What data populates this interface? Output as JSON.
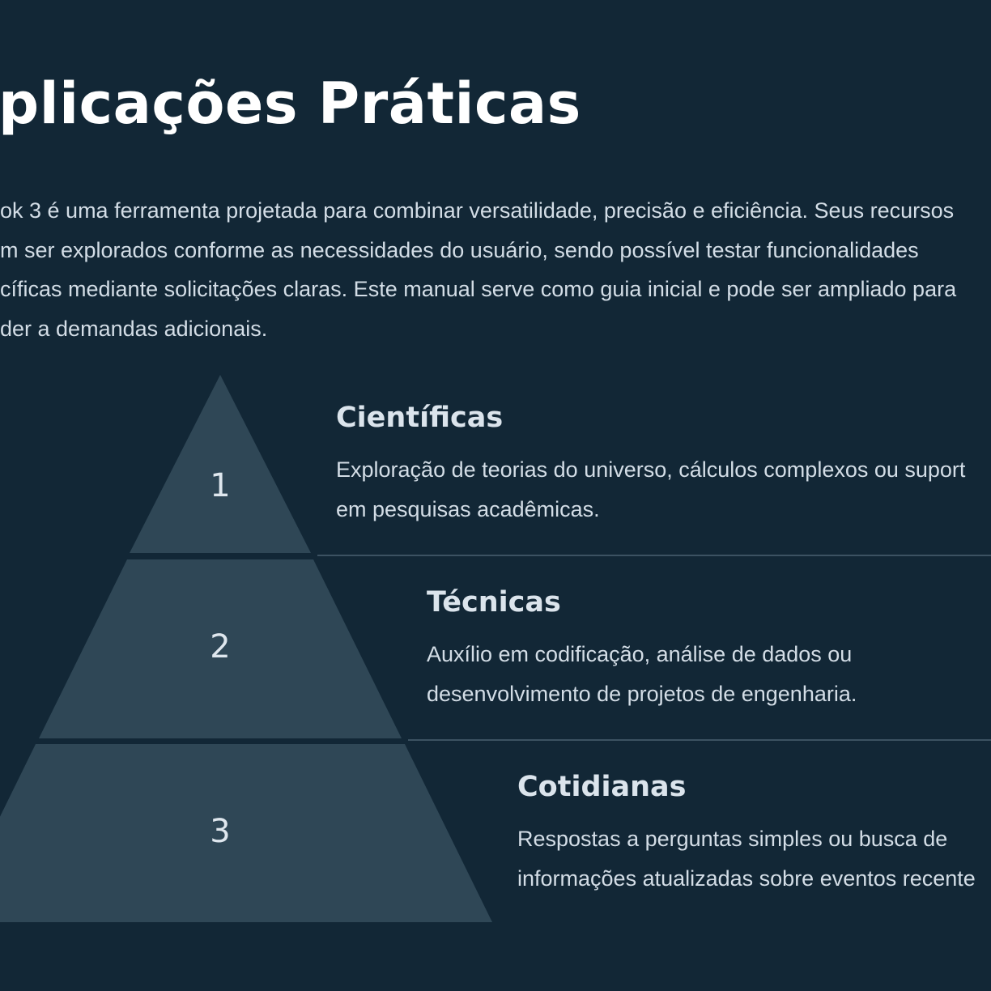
{
  "page": {
    "title": "plicações Práticas",
    "intro_lines": [
      "ok 3 é uma ferramenta projetada para combinar versatilidade, precisão e eficiência. Seus recursos",
      "m ser explorados conforme as necessidades do usuário, sendo possível testar funcionalidades",
      "cíficas mediante solicitações claras. Este manual serve como guia inicial e pode ser ampliado para",
      "der a demandas adicionais."
    ]
  },
  "pyramid": {
    "tiers": [
      {
        "number": "1",
        "title": "Científicas",
        "desc_lines": [
          "Exploração de teorias do universo, cálculos complexos ou suport",
          "em pesquisas acadêmicas."
        ]
      },
      {
        "number": "2",
        "title": "Técnicas",
        "desc_lines": [
          "Auxílio em codificação, análise de dados ou",
          "desenvolvimento de projetos de engenharia."
        ]
      },
      {
        "number": "3",
        "title": "Cotidianas",
        "desc_lines": [
          "Respostas a perguntas simples ou busca de",
          "informações atualizadas sobre eventos recente"
        ]
      }
    ]
  },
  "colors": {
    "background": "#122736",
    "tier_fill": "#2f4756",
    "divider": "#3c5262",
    "title_text": "#ffffff",
    "body_text": "#d3dde6"
  }
}
